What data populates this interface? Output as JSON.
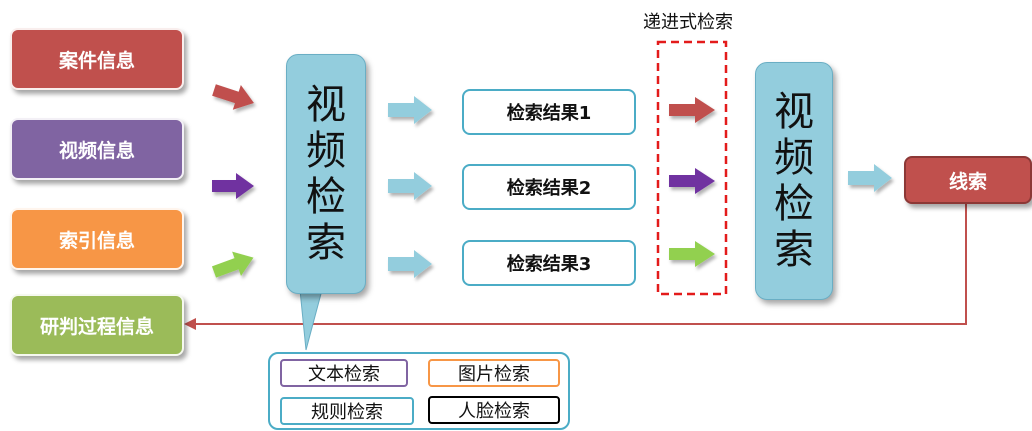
{
  "sources": [
    {
      "label": "案件信息",
      "color": "#c0504d"
    },
    {
      "label": "视频信息",
      "color": "#8064a2"
    },
    {
      "label": "索引信息",
      "color": "#f79646"
    },
    {
      "label": "研判过程信息",
      "color": "#9bbb59"
    }
  ],
  "video_search_1": "视频检索",
  "results": [
    "检索结果1",
    "检索结果2",
    "检索结果3"
  ],
  "progressive_label": "递进式检索",
  "video_search_2": "视频检索",
  "clue": {
    "label": "线索",
    "color": "#c0504d"
  },
  "search_types": [
    {
      "label": "文本检索",
      "color": "#8064a2"
    },
    {
      "label": "图片检索",
      "color": "#f79646"
    },
    {
      "label": "规则检索",
      "color": "#4bacc6"
    },
    {
      "label": "人脸检索",
      "color": "#000000"
    }
  ],
  "colors": {
    "red": "#c0504d",
    "purple": "#8064a2",
    "orange": "#f79646",
    "green": "#9bbb59",
    "lightblue": "#93cddd",
    "teal": "#4bacc6"
  }
}
